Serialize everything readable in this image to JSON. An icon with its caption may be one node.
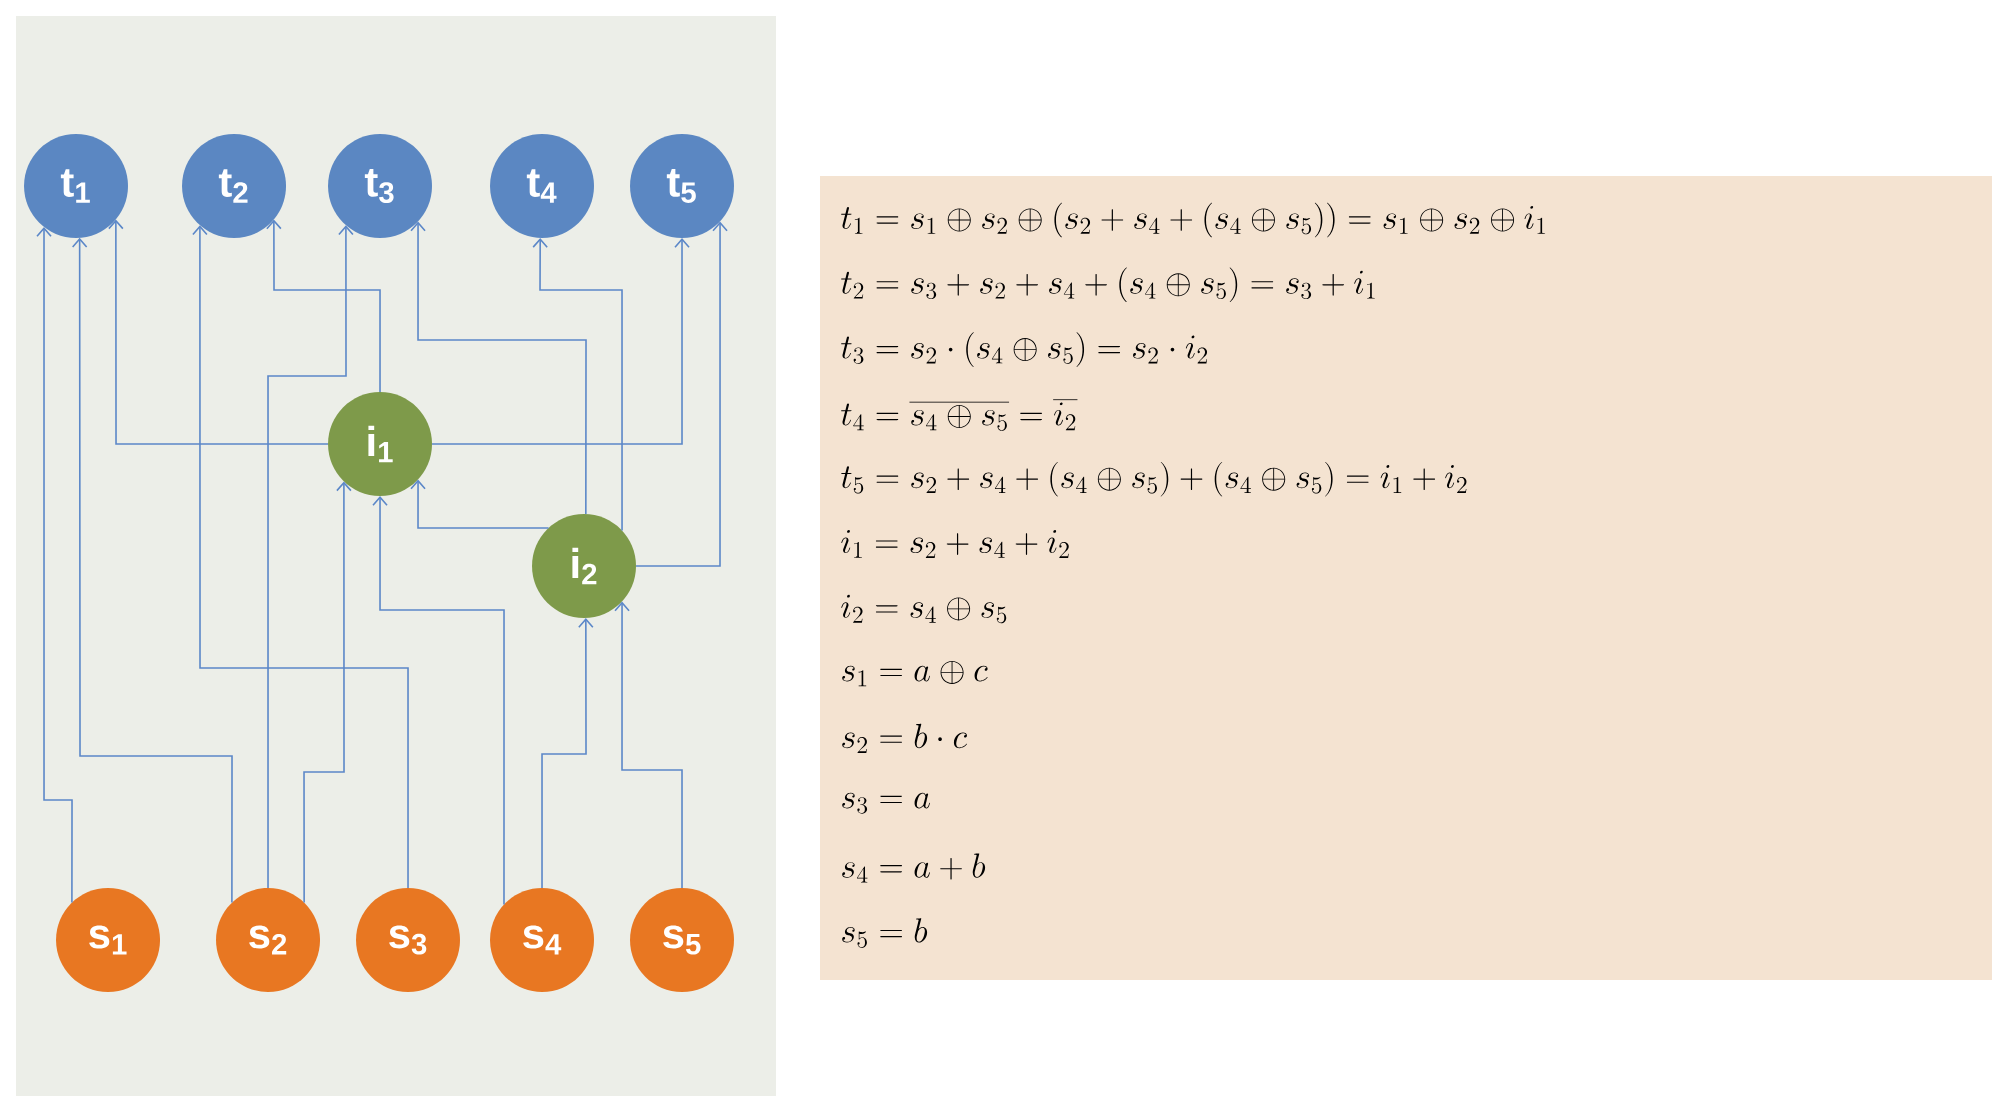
{
  "diagram": {
    "nodes": [
      {
        "text": [
          "t$_{1}$"
        ]
      },
      {
        "text": [
          "t$_{2}$"
        ]
      },
      {
        "text": [
          "t$_{3}$"
        ]
      },
      {
        "text": [
          "t$_{4}$"
        ]
      },
      {
        "text": [
          "t$_{5}$"
        ]
      },
      {
        "text": [
          "i$_{1}$"
        ]
      },
      {
        "text": [
          "i$_{2}$"
        ]
      },
      {
        "text": [
          "s$_{1}$"
        ]
      },
      {
        "text": [
          "s$_{2}$"
        ]
      },
      {
        "text": [
          "s$_{3}$"
        ]
      },
      {
        "text": [
          "s$_{4}$"
        ]
      },
      {
        "text": [
          "s$_{5}$"
        ]
      }
    ],
    "edges": [
      {
        "from": 7,
        "to": 0,
        "arrow": "to"
      },
      {
        "from": 8,
        "to": 0,
        "arrow": "to"
      },
      {
        "from": 5,
        "to": 0,
        "arrow": "to"
      },
      {
        "from": 9,
        "to": 1,
        "arrow": "to"
      },
      {
        "from": 5,
        "to": 1,
        "arrow": "to"
      },
      {
        "from": 8,
        "to": 2,
        "arrow": "to"
      },
      {
        "from": 6,
        "to": 2,
        "arrow": "to"
      },
      {
        "from": 6,
        "to": 3,
        "arrow": "to"
      },
      {
        "from": 5,
        "to": 4,
        "arrow": "to"
      },
      {
        "from": 6,
        "to": 4,
        "arrow": "to"
      },
      {
        "from": 8,
        "to": 5,
        "arrow": "to"
      },
      {
        "from": 10,
        "to": 5,
        "arrow": "to"
      },
      {
        "from": 6,
        "to": 5,
        "arrow": "to"
      },
      {
        "from": 10,
        "to": 6,
        "arrow": "to"
      },
      {
        "from": 11,
        "to": 6,
        "arrow": "to"
      }
    ],
    "labels": [
      "t_1 = s_1 \\oplus s_2 \\oplus (s_2 + s_4 + (s_4 \\oplus s_5)) = s_1 \\oplus s_2 \\oplus i_1",
      "t_2 = s_3 + s_2 + s_4 + (s_4 \\oplus s_5) = s_3 + i_1",
      "t_3 = s_2 \\cdot (s_4 \\oplus s_5) = s_2 \\cdot i_2",
      "t_4 = \\overline{s_4 \\oplus s_5} = \\overline{i_2}",
      "t_5 = s_2 + s_4 + (s_4 \\oplus s_5) + (s_4 \\oplus s_5) = i_1 + i_2",
      "i_1 = s_2 + s_4 + i_2",
      "i_2 = s_4 \\oplus s_5",
      "s_1 = a \\oplus c",
      "s_2 = b \\cdot c",
      "s_3 = a",
      "s_4 = a + b",
      "s_5 = b"
    ]
  }
}
